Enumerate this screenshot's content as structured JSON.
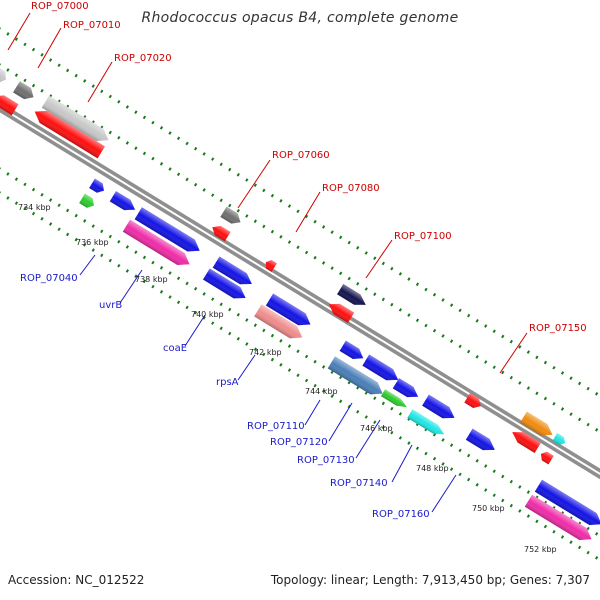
{
  "header": {
    "title": "Rhodococcus opacus B4, complete genome"
  },
  "footer": {
    "accession": "Accession: NC_012522",
    "topology": "Topology: linear; Length: 7,913,450 bp; Genes: 7,307"
  },
  "colors": {
    "red": "#ff1010",
    "blue": "#1414e6",
    "pink": "#f02ca8",
    "salmon": "#f08c8c",
    "steel": "#4a7fb8",
    "green": "#2ccc2c",
    "cyan": "#20e6e6",
    "orange": "#f08c10",
    "dark_gray": "#707070",
    "light_gray": "#c8c8c8",
    "navy": "#141450",
    "backbone": "#909090",
    "tick": "#1a7a1a"
  },
  "red_labels": [
    "ROP_07000",
    "ROP_07010",
    "ROP_07020",
    "ROP_07060",
    "ROP_07080",
    "ROP_07100",
    "ROP_07150"
  ],
  "blue_labels": [
    "ROP_07040",
    "uvrB",
    "coaE",
    "rpsA",
    "ROP_07110",
    "ROP_07120",
    "ROP_07130",
    "ROP_07140",
    "ROP_07160"
  ],
  "kbp_labels": [
    "734 kbp",
    "736 kbp",
    "738 kbp",
    "740 kbp",
    "742 kbp",
    "744 kbp",
    "746 kbp",
    "748 kbp",
    "750 kbp",
    "752 kbp"
  ]
}
